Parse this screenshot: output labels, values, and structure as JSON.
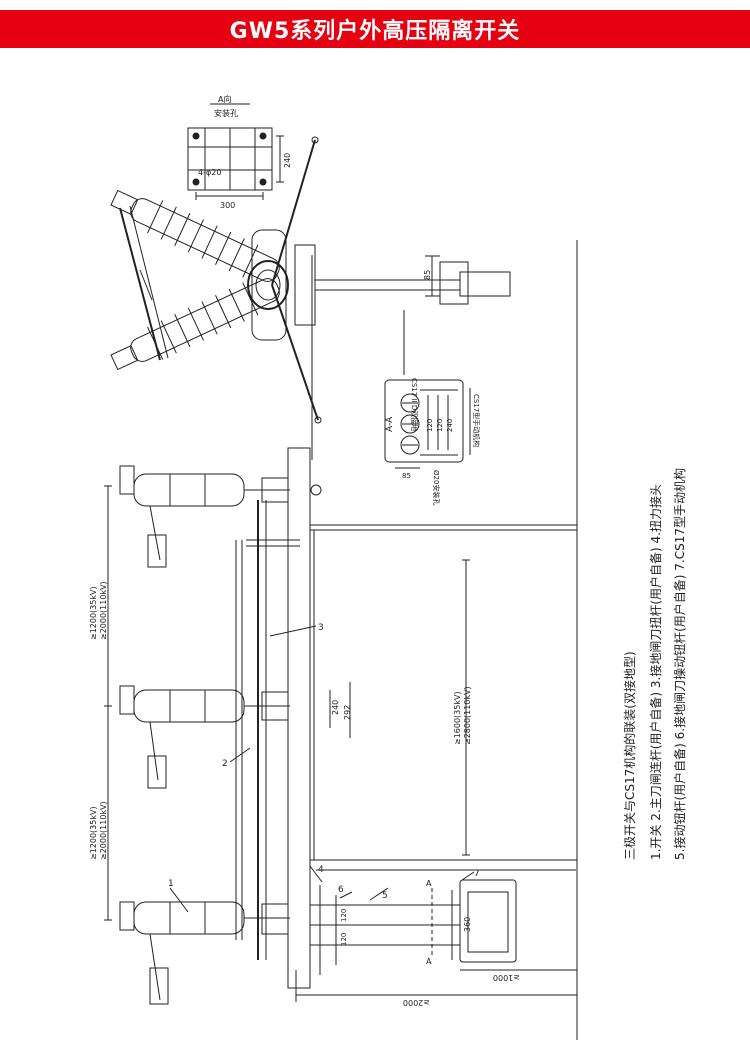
{
  "header": {
    "title": "GW5系列户外高压隔离开关"
  },
  "top_view": {
    "a_view_label": "A向",
    "mounting_holes_label": "安装孔",
    "hole_spec": "4-φ20",
    "dim_height": "240",
    "dim_width": "300",
    "dim_85": "85"
  },
  "section_aa": {
    "label": "A-A",
    "cs17d_label": "CS17 II D双接地",
    "cs17_label": "CS17型手动机构",
    "dim_120a": "120",
    "dim_120b": "120",
    "dim_240": "240",
    "dim_85": "85",
    "hole_label": "Ø20安装孔"
  },
  "front_view": {
    "dim_phase_spacing_top_1": "≥1200(35kV)",
    "dim_phase_spacing_top_2": "≥2000(110kV)",
    "dim_phase_spacing_bottom_1": "≥1200(35kV)",
    "dim_phase_spacing_bottom_2": "≥2000(110kV)",
    "dim_height_1": "≥1600(35kV)",
    "dim_height_2": "≥2800(110kV)",
    "dim_240": "240",
    "dim_292": "292",
    "dim_120a": "120",
    "dim_120b": "120",
    "dim_360": "360",
    "dim_1000": "≥1000",
    "dim_2000": "≥2000",
    "section_a_top": "A",
    "section_a_bottom": "A",
    "callouts": [
      "1",
      "2",
      "3",
      "4",
      "5",
      "6",
      "7"
    ]
  },
  "legend": {
    "title": "三极开关与CS17机构的联装(双接地型)",
    "line1": "1.开关  2.主刀闸连杆(用户自备) 3.接地闸刀扭杆(用户自备) 4.扭力接头",
    "line2": "5.接动钮杆(用户自备)  6.接地闸刀操动钮杆(用户自备)  7.CS17型手动机构"
  },
  "colors": {
    "header_bg": "#e50012",
    "header_text": "#ffffff",
    "line": "#222222"
  }
}
